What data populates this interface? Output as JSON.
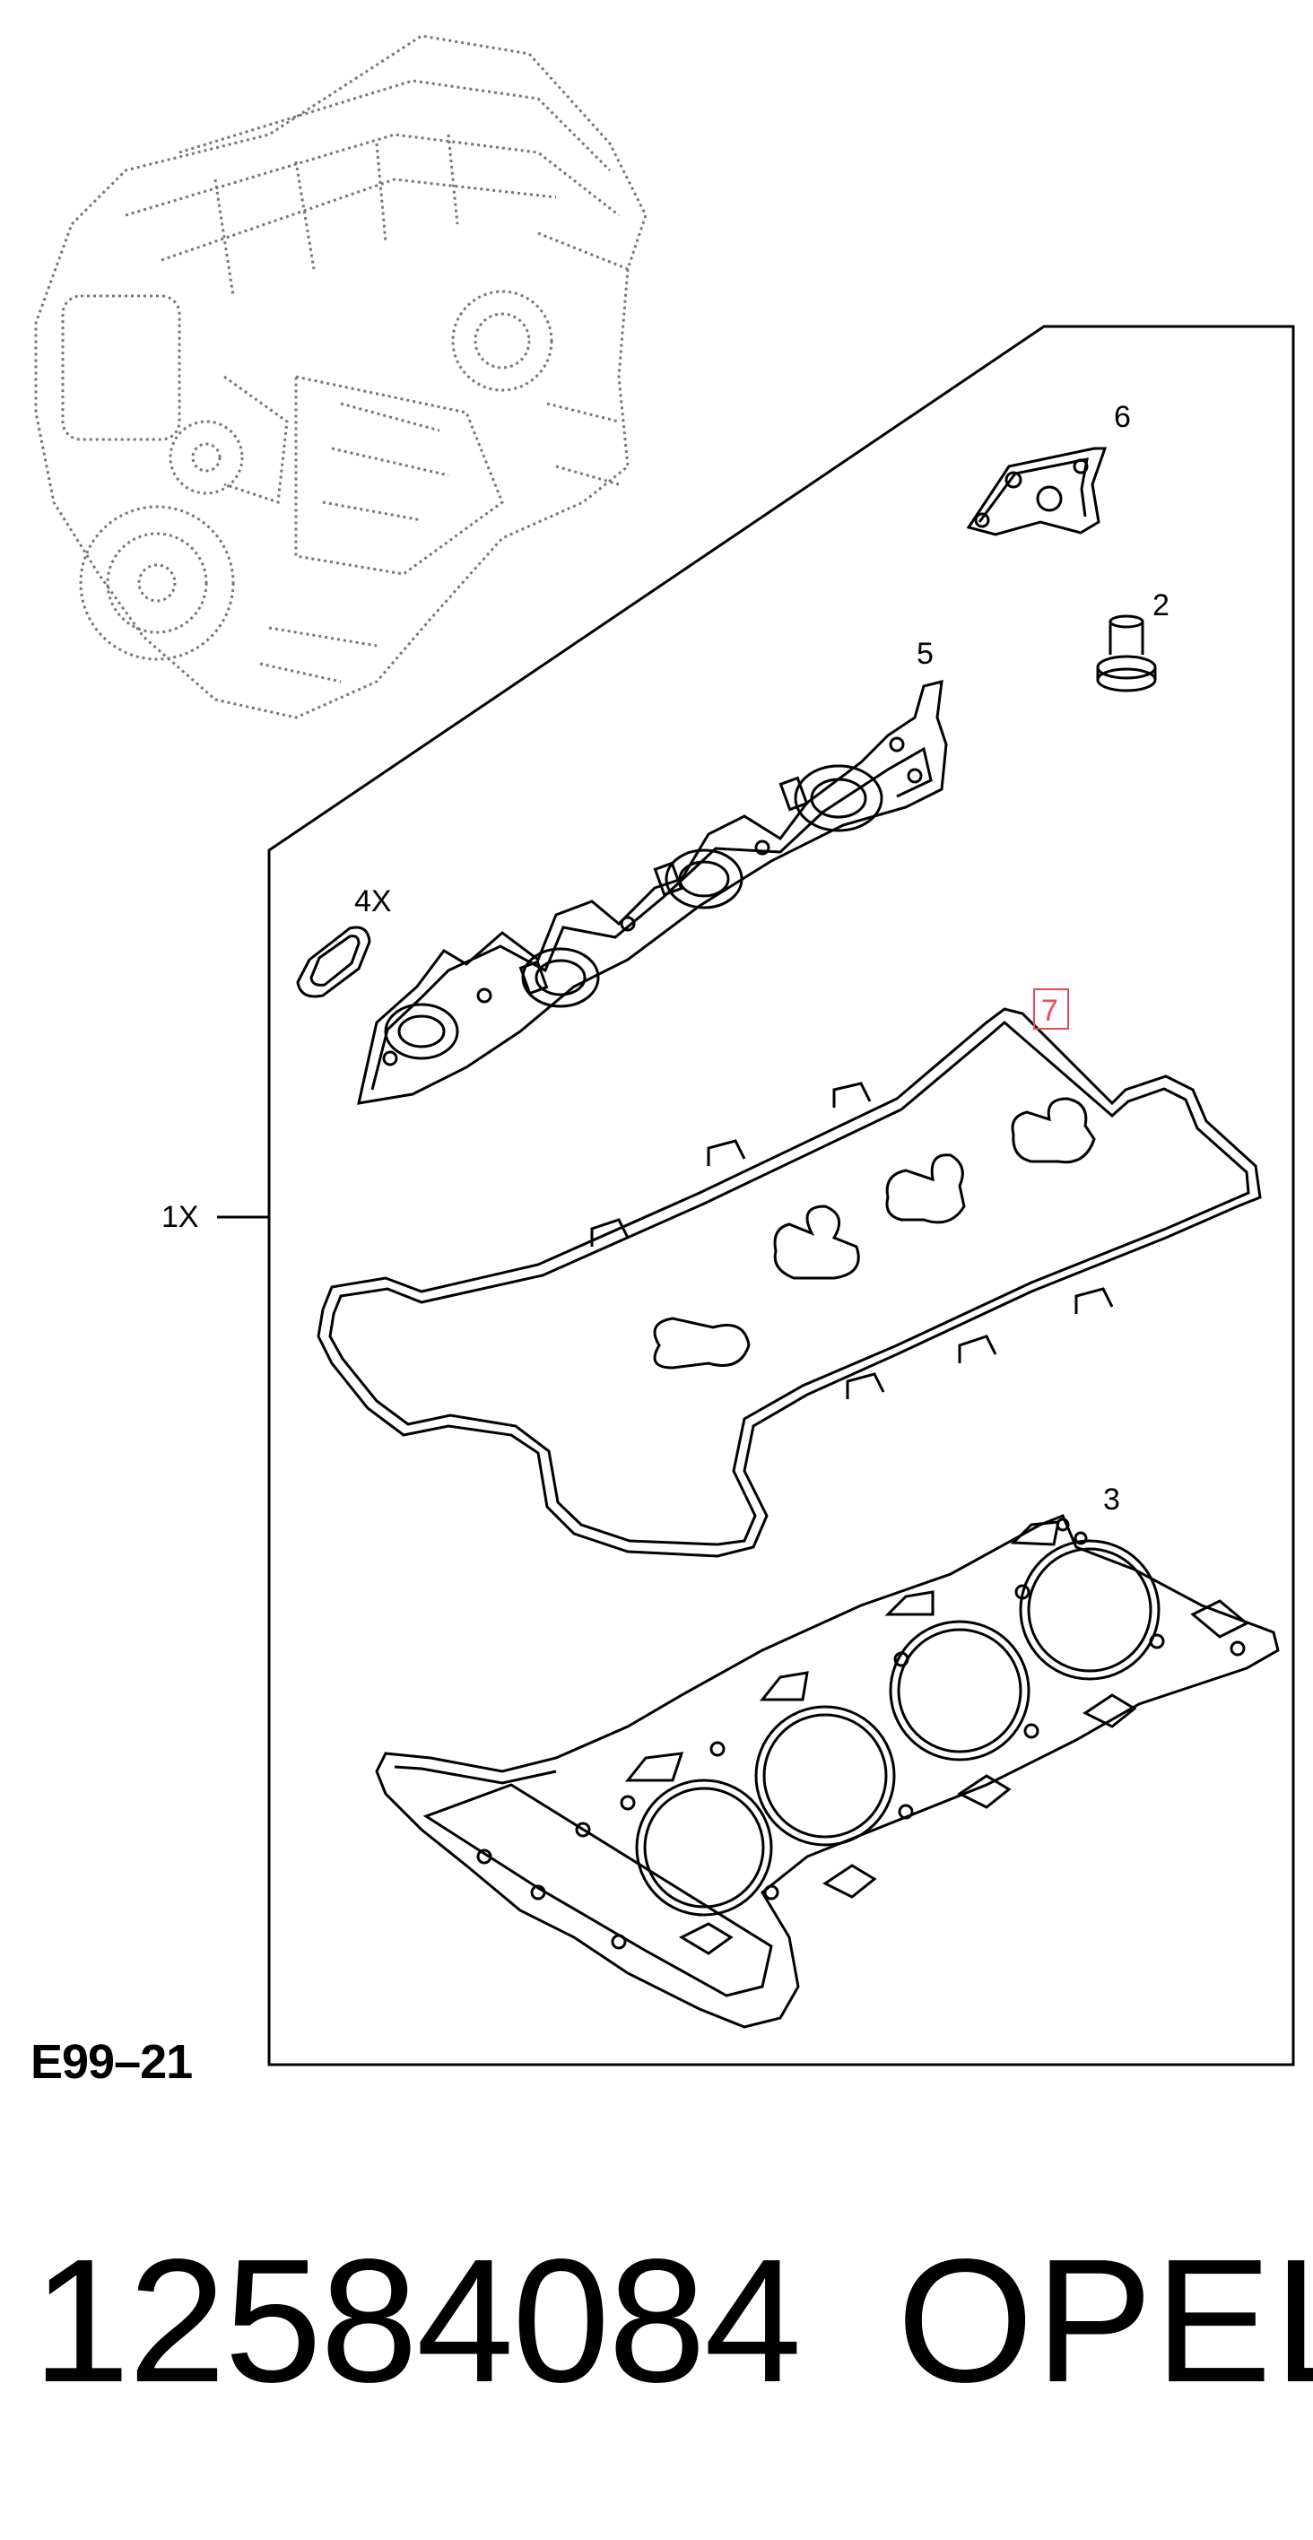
{
  "diagram_code": "E99–21",
  "part_number": "12584084",
  "brand": "OPEL",
  "callouts": {
    "kit_qty": "1X",
    "exhaust_seal_qty": "4X",
    "head_gasket": "3",
    "bolt": "2",
    "manifold_gasket": "5",
    "plate_gasket": "6",
    "cover_gasket": "7"
  },
  "colors": {
    "line": "#000000",
    "highlight_box": "#e84a5a",
    "engine_sketch": "#777777"
  }
}
